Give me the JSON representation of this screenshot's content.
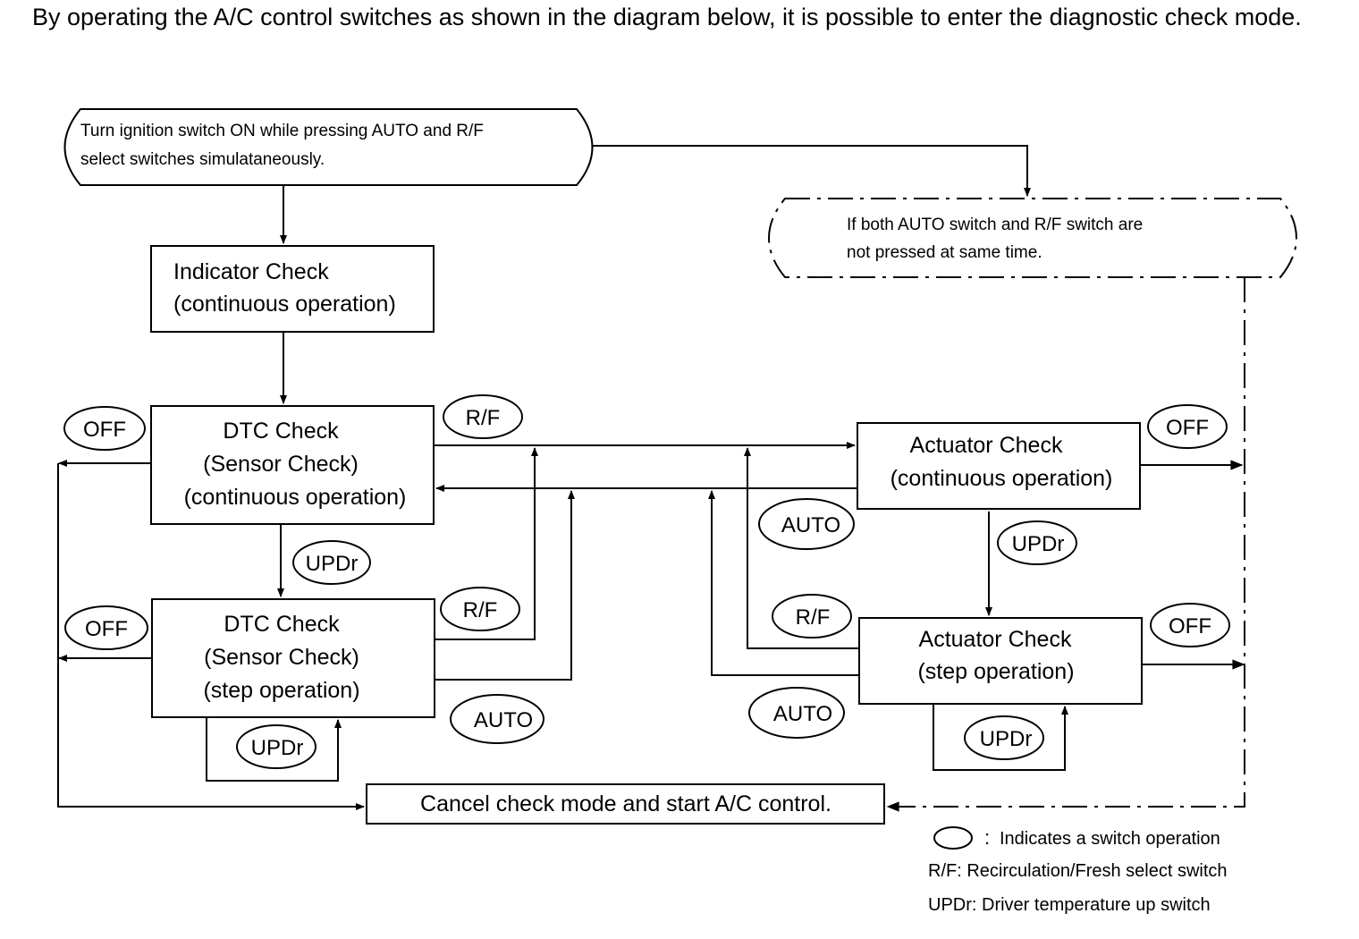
{
  "intro": "By operating the A/C control switches as shown in the diagram below, it is possible to enter the diagnostic check mode.",
  "start": {
    "line1": "Turn ignition switch ON while pressing AUTO and R/F",
    "line2": "select switches simulataneously."
  },
  "fallback": {
    "line1": "If both AUTO switch and R/F switch are",
    "line2": "not pressed at same time."
  },
  "indicator": {
    "line1": "Indicator Check",
    "line2": "(continuous operation)"
  },
  "dtc_cont": {
    "line1": "DTC Check",
    "line2": "(Sensor Check)",
    "line3": "(continuous operation)"
  },
  "dtc_step": {
    "line1": "DTC Check",
    "line2": "(Sensor Check)",
    "line3": "(step operation)"
  },
  "act_cont": {
    "line1": "Actuator Check",
    "line2": "(continuous operation)"
  },
  "act_step": {
    "line1": "Actuator Check",
    "line2": "(step operation)"
  },
  "cancel": "Cancel check mode and start A/C control.",
  "switches": {
    "off": "OFF",
    "rf": "R/F",
    "auto": "AUTO",
    "updr": "UPDr"
  },
  "legend": {
    "symbol": ":",
    "line1": "Indicates a switch operation",
    "line2": "R/F: Recirculation/Fresh select switch",
    "line3": "UPDr: Driver temperature up switch"
  }
}
